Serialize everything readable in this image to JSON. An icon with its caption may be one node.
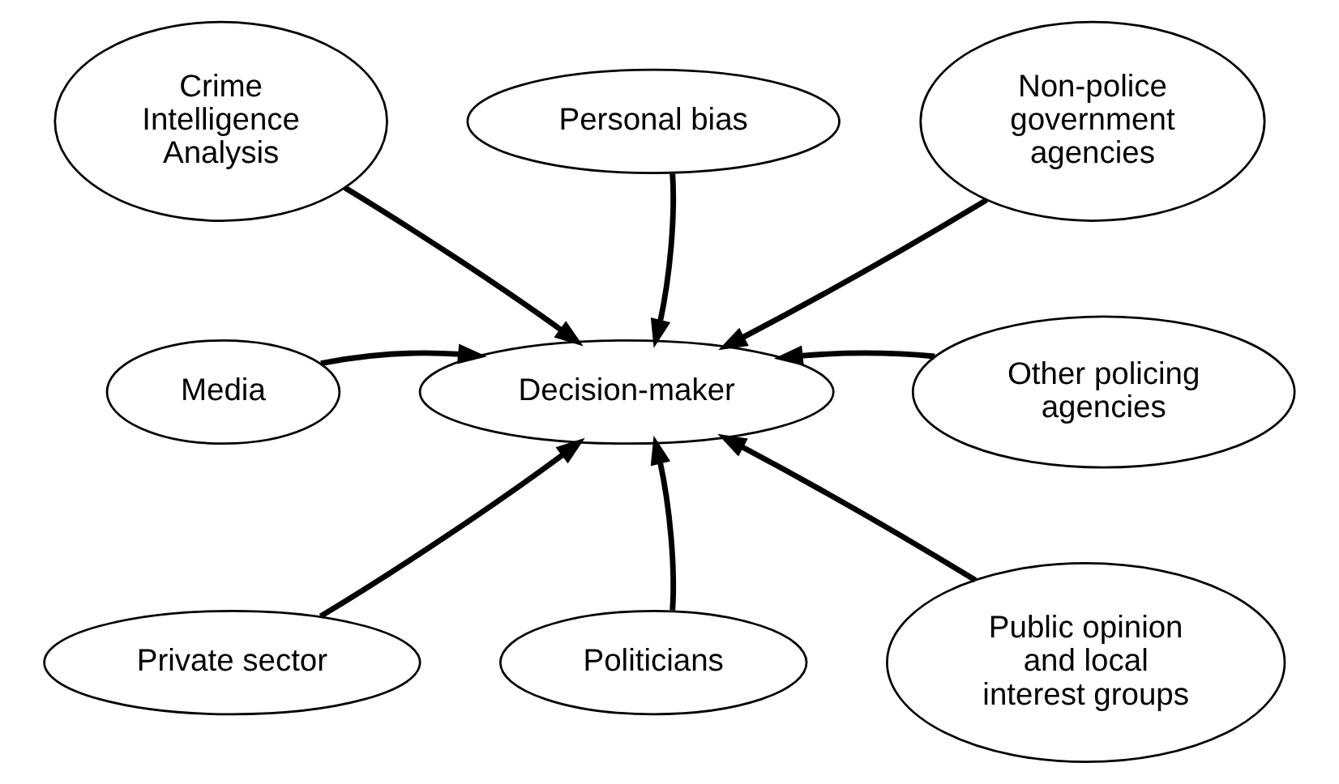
{
  "diagram": {
    "nodes": [
      {
        "text": [
          "Personal bias"
        ]
      },
      {
        "text": [
          "Crime Intelligence Analysis"
        ]
      },
      {
        "text": [
          "Non-police government agencies"
        ]
      },
      {
        "text": [
          "Media"
        ]
      },
      {
        "text": [
          "Decision-maker"
        ]
      },
      {
        "text": [
          "Other policing agencies"
        ]
      },
      {
        "text": [
          "Private sector"
        ]
      },
      {
        "text": [
          "Public opinion and local interest groups"
        ]
      },
      {
        "text": [
          "Politicians"
        ]
      }
    ],
    "edges": [
      {
        "from": 0,
        "to": 4,
        "arrow": "to"
      },
      {
        "from": 1,
        "to": 4,
        "arrow": "to"
      },
      {
        "from": 2,
        "to": 4,
        "arrow": "to"
      },
      {
        "from": 3,
        "to": 4,
        "arrow": "to"
      },
      {
        "from": 5,
        "to": 4,
        "arrow": "to"
      },
      {
        "from": 6,
        "to": 4,
        "arrow": "to"
      },
      {
        "from": 7,
        "to": 4,
        "arrow": "to"
      },
      {
        "from": 8,
        "to": 4,
        "arrow": "to"
      }
    ]
  }
}
